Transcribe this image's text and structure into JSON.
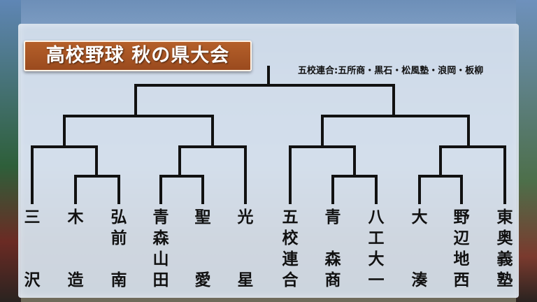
{
  "title": "高校野球 秋の県大会",
  "note": "五校連合:五所商・黒石・松風塾・浪岡・板柳",
  "teams": [
    {
      "name": "三沢",
      "chars": [
        "三",
        "",
        "",
        "沢"
      ]
    },
    {
      "name": "木造",
      "chars": [
        "木",
        "",
        "",
        "造"
      ]
    },
    {
      "name": "弘前南",
      "chars": [
        "弘",
        "前",
        "",
        "南"
      ]
    },
    {
      "name": "青森山田",
      "chars": [
        "青",
        "森",
        "山",
        "田"
      ]
    },
    {
      "name": "聖愛",
      "chars": [
        "聖",
        "",
        "",
        "愛"
      ]
    },
    {
      "name": "光星",
      "chars": [
        "光",
        "",
        "",
        "星"
      ]
    },
    {
      "name": "五校連合",
      "chars": [
        "五",
        "校",
        "連",
        "合"
      ]
    },
    {
      "name": "青森商",
      "chars": [
        "青",
        "",
        "森",
        "商"
      ]
    },
    {
      "name": "八工大一",
      "chars": [
        "八",
        "工",
        "大",
        "一"
      ]
    },
    {
      "name": "大湊",
      "chars": [
        "大",
        "",
        "",
        "湊"
      ]
    },
    {
      "name": "野辺地西",
      "chars": [
        "野",
        "辺",
        "地",
        "西"
      ]
    },
    {
      "name": "東奥義塾",
      "chars": [
        "東",
        "奥",
        "義",
        "塾"
      ]
    }
  ]
}
